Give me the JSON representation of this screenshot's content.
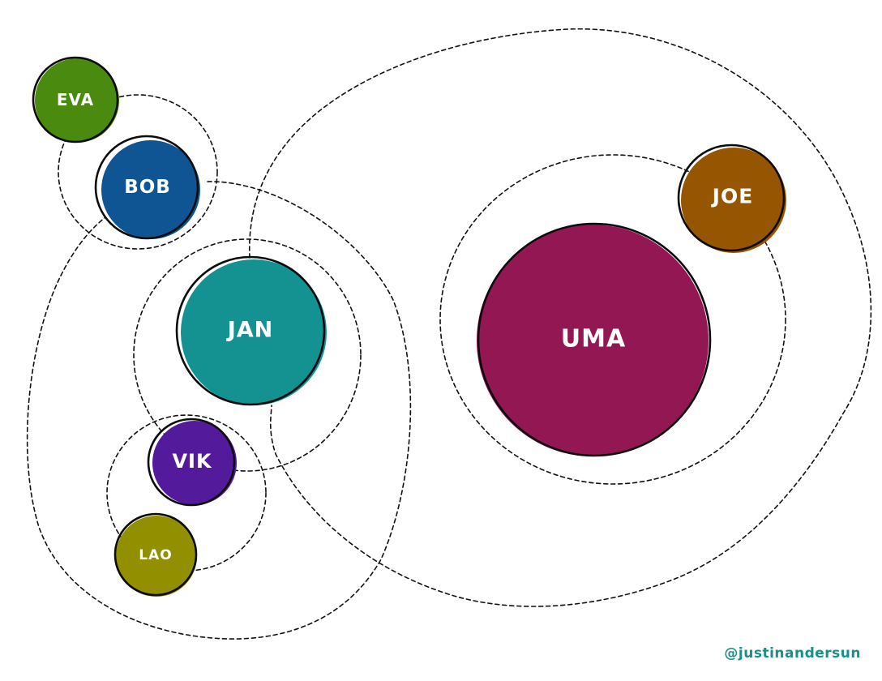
{
  "nodes": [
    {
      "id": "eva",
      "label": "EVA",
      "color": "#4a8a0f"
    },
    {
      "id": "bob",
      "label": "BOB",
      "color": "#0f5593"
    },
    {
      "id": "jan",
      "label": "JAN",
      "color": "#149291"
    },
    {
      "id": "vik",
      "label": "VIK",
      "color": "#531b9b"
    },
    {
      "id": "lao",
      "label": "LAO",
      "color": "#929000"
    },
    {
      "id": "joe",
      "label": "JOE",
      "color": "#965500"
    },
    {
      "id": "uma",
      "label": "UMA",
      "color": "#931752"
    }
  ],
  "credit": "@justinandersun"
}
